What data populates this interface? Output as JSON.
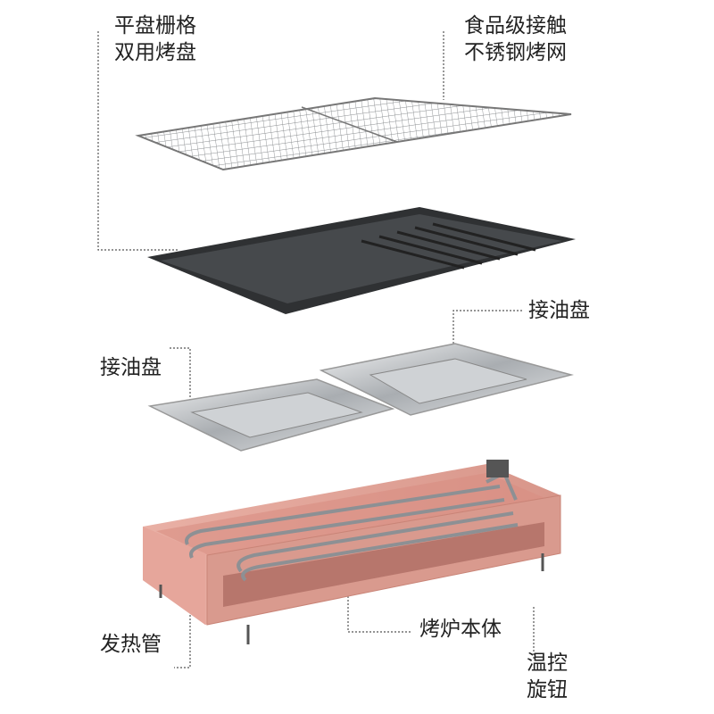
{
  "labels": {
    "tray": [
      "平盘栅格",
      "双用烤盘"
    ],
    "rack": [
      "食品级接触",
      "不锈钢烤网"
    ],
    "drip_pan_right": "接油盘",
    "drip_pan_left": "接油盘",
    "heating_tube": "发热管",
    "body": "烤炉本体",
    "knob": [
      "温控",
      "旋钮"
    ]
  },
  "colors": {
    "body_pink": "#e8a79c",
    "tray_dark": "#2f3133",
    "steel": "#b9bcbf"
  }
}
